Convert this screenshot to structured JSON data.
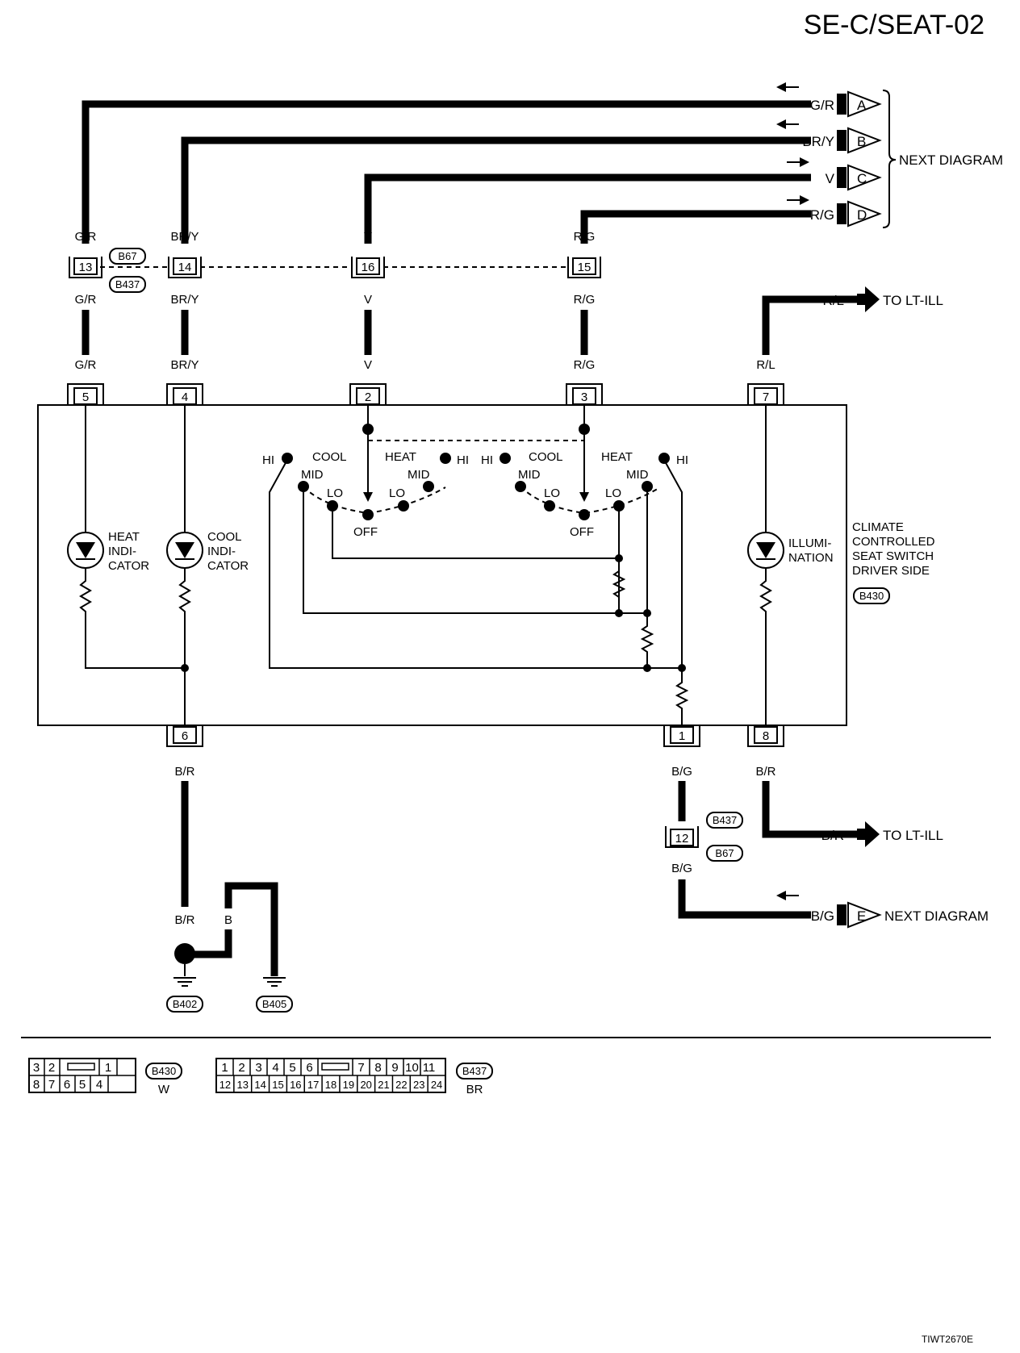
{
  "header": {
    "page_id": "SE-C/SEAT-02"
  },
  "footer": {
    "figure_code": "TIWT2670E"
  },
  "connectors": {
    "joint_top": [
      "B67",
      "B437"
    ],
    "switch": "B430",
    "joint_bottom": [
      "B437",
      "B67"
    ],
    "grounds": [
      "B402",
      "B405"
    ]
  },
  "next_diagram": {
    "label": "NEXT DIAGRAM",
    "rows": [
      {
        "color": "G/R",
        "letter": "A"
      },
      {
        "color": "BR/Y",
        "letter": "B"
      },
      {
        "color": "V",
        "letter": "C"
      },
      {
        "color": "R/G",
        "letter": "D"
      }
    ],
    "bottom": {
      "color": "B/G",
      "letter": "E",
      "label": "NEXT DIAGRAM"
    }
  },
  "lt_ill": {
    "top": {
      "color": "R/L",
      "label": "TO LT-ILL"
    },
    "bottom": {
      "color": "B/R",
      "label": "TO LT-ILL"
    }
  },
  "joint_pins": [
    "13",
    "14",
    "16",
    "15"
  ],
  "joint_colors": [
    "G/R",
    "BR/Y",
    "V",
    "R/G"
  ],
  "switch_pins_top": [
    {
      "pin": "5",
      "color": "G/R"
    },
    {
      "pin": "4",
      "color": "BR/Y"
    },
    {
      "pin": "2",
      "color": "V"
    },
    {
      "pin": "3",
      "color": "R/G"
    },
    {
      "pin": "7",
      "color": "R/L"
    }
  ],
  "switch_pins_bottom": [
    {
      "pin": "6",
      "color": "B/R"
    },
    {
      "pin": "1",
      "color": "B/G"
    },
    {
      "pin": "8",
      "color": "B/R"
    }
  ],
  "joint_bottom_pin": {
    "pin": "12",
    "color": "B/G"
  },
  "ground_wires": {
    "left": "B/R",
    "mid": "B",
    "right": "B"
  },
  "component": {
    "heat_indicator": [
      "HEAT",
      "INDI-",
      "CATOR"
    ],
    "cool_indicator": [
      "COOL",
      "INDI-",
      "CATOR"
    ],
    "illumination": [
      "ILLUMI-",
      "NATION"
    ],
    "switch_name": [
      "CLIMATE",
      "CONTROLLED",
      "SEAT SWITCH",
      "DRIVER SIDE"
    ],
    "switch_left": {
      "hi": "HI",
      "cool": "COOL",
      "mid": "MID",
      "lo": "LO",
      "off": "OFF",
      "heat": "HEAT",
      "mid2": "MID",
      "lo2": "LO",
      "hi2": "HI"
    },
    "switch_right": {
      "hi": "HI",
      "cool": "COOL",
      "mid": "MID",
      "lo": "LO",
      "off": "OFF",
      "heat": "HEAT",
      "mid2": "MID",
      "lo2": "LO",
      "hi2": "HI"
    }
  },
  "connector_views": {
    "b430": {
      "top": [
        "3",
        "2",
        "1"
      ],
      "bottom": [
        "8",
        "7",
        "6",
        "5",
        "4"
      ],
      "code": "B430",
      "color": "W"
    },
    "b437": {
      "top": [
        "1",
        "2",
        "3",
        "4",
        "5",
        "6",
        "7",
        "8",
        "9",
        "10",
        "11"
      ],
      "bottom": [
        "12",
        "13",
        "14",
        "15",
        "16",
        "17",
        "18",
        "19",
        "20",
        "21",
        "22",
        "23",
        "24"
      ],
      "code": "B437",
      "color": "BR"
    }
  }
}
